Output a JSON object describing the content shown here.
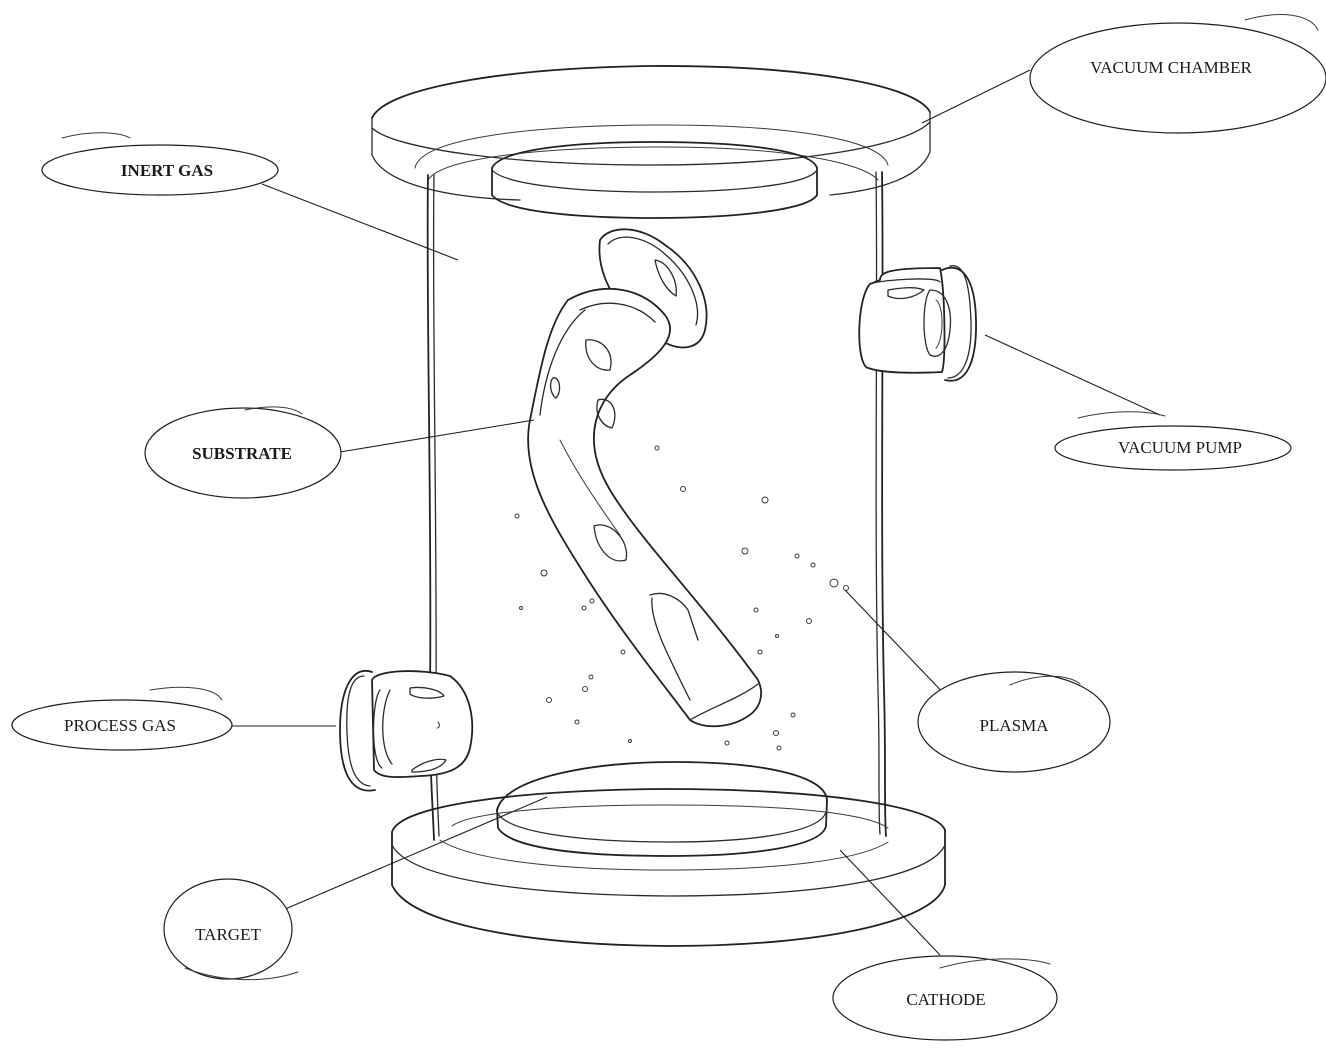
{
  "labels": {
    "vacuum_chamber": "VACUUM CHAMBER",
    "inert_gas": "INERT GAS",
    "substrate": "SUBSTRATE",
    "vacuum_pump": "VACUUM PUMP",
    "process_gas": "PROCESS GAS",
    "plasma": "PLASMA",
    "target": "TARGET",
    "cathode": "CATHODE"
  },
  "colors": {
    "ink": "#2b2b2b",
    "background": "#ffffff"
  }
}
